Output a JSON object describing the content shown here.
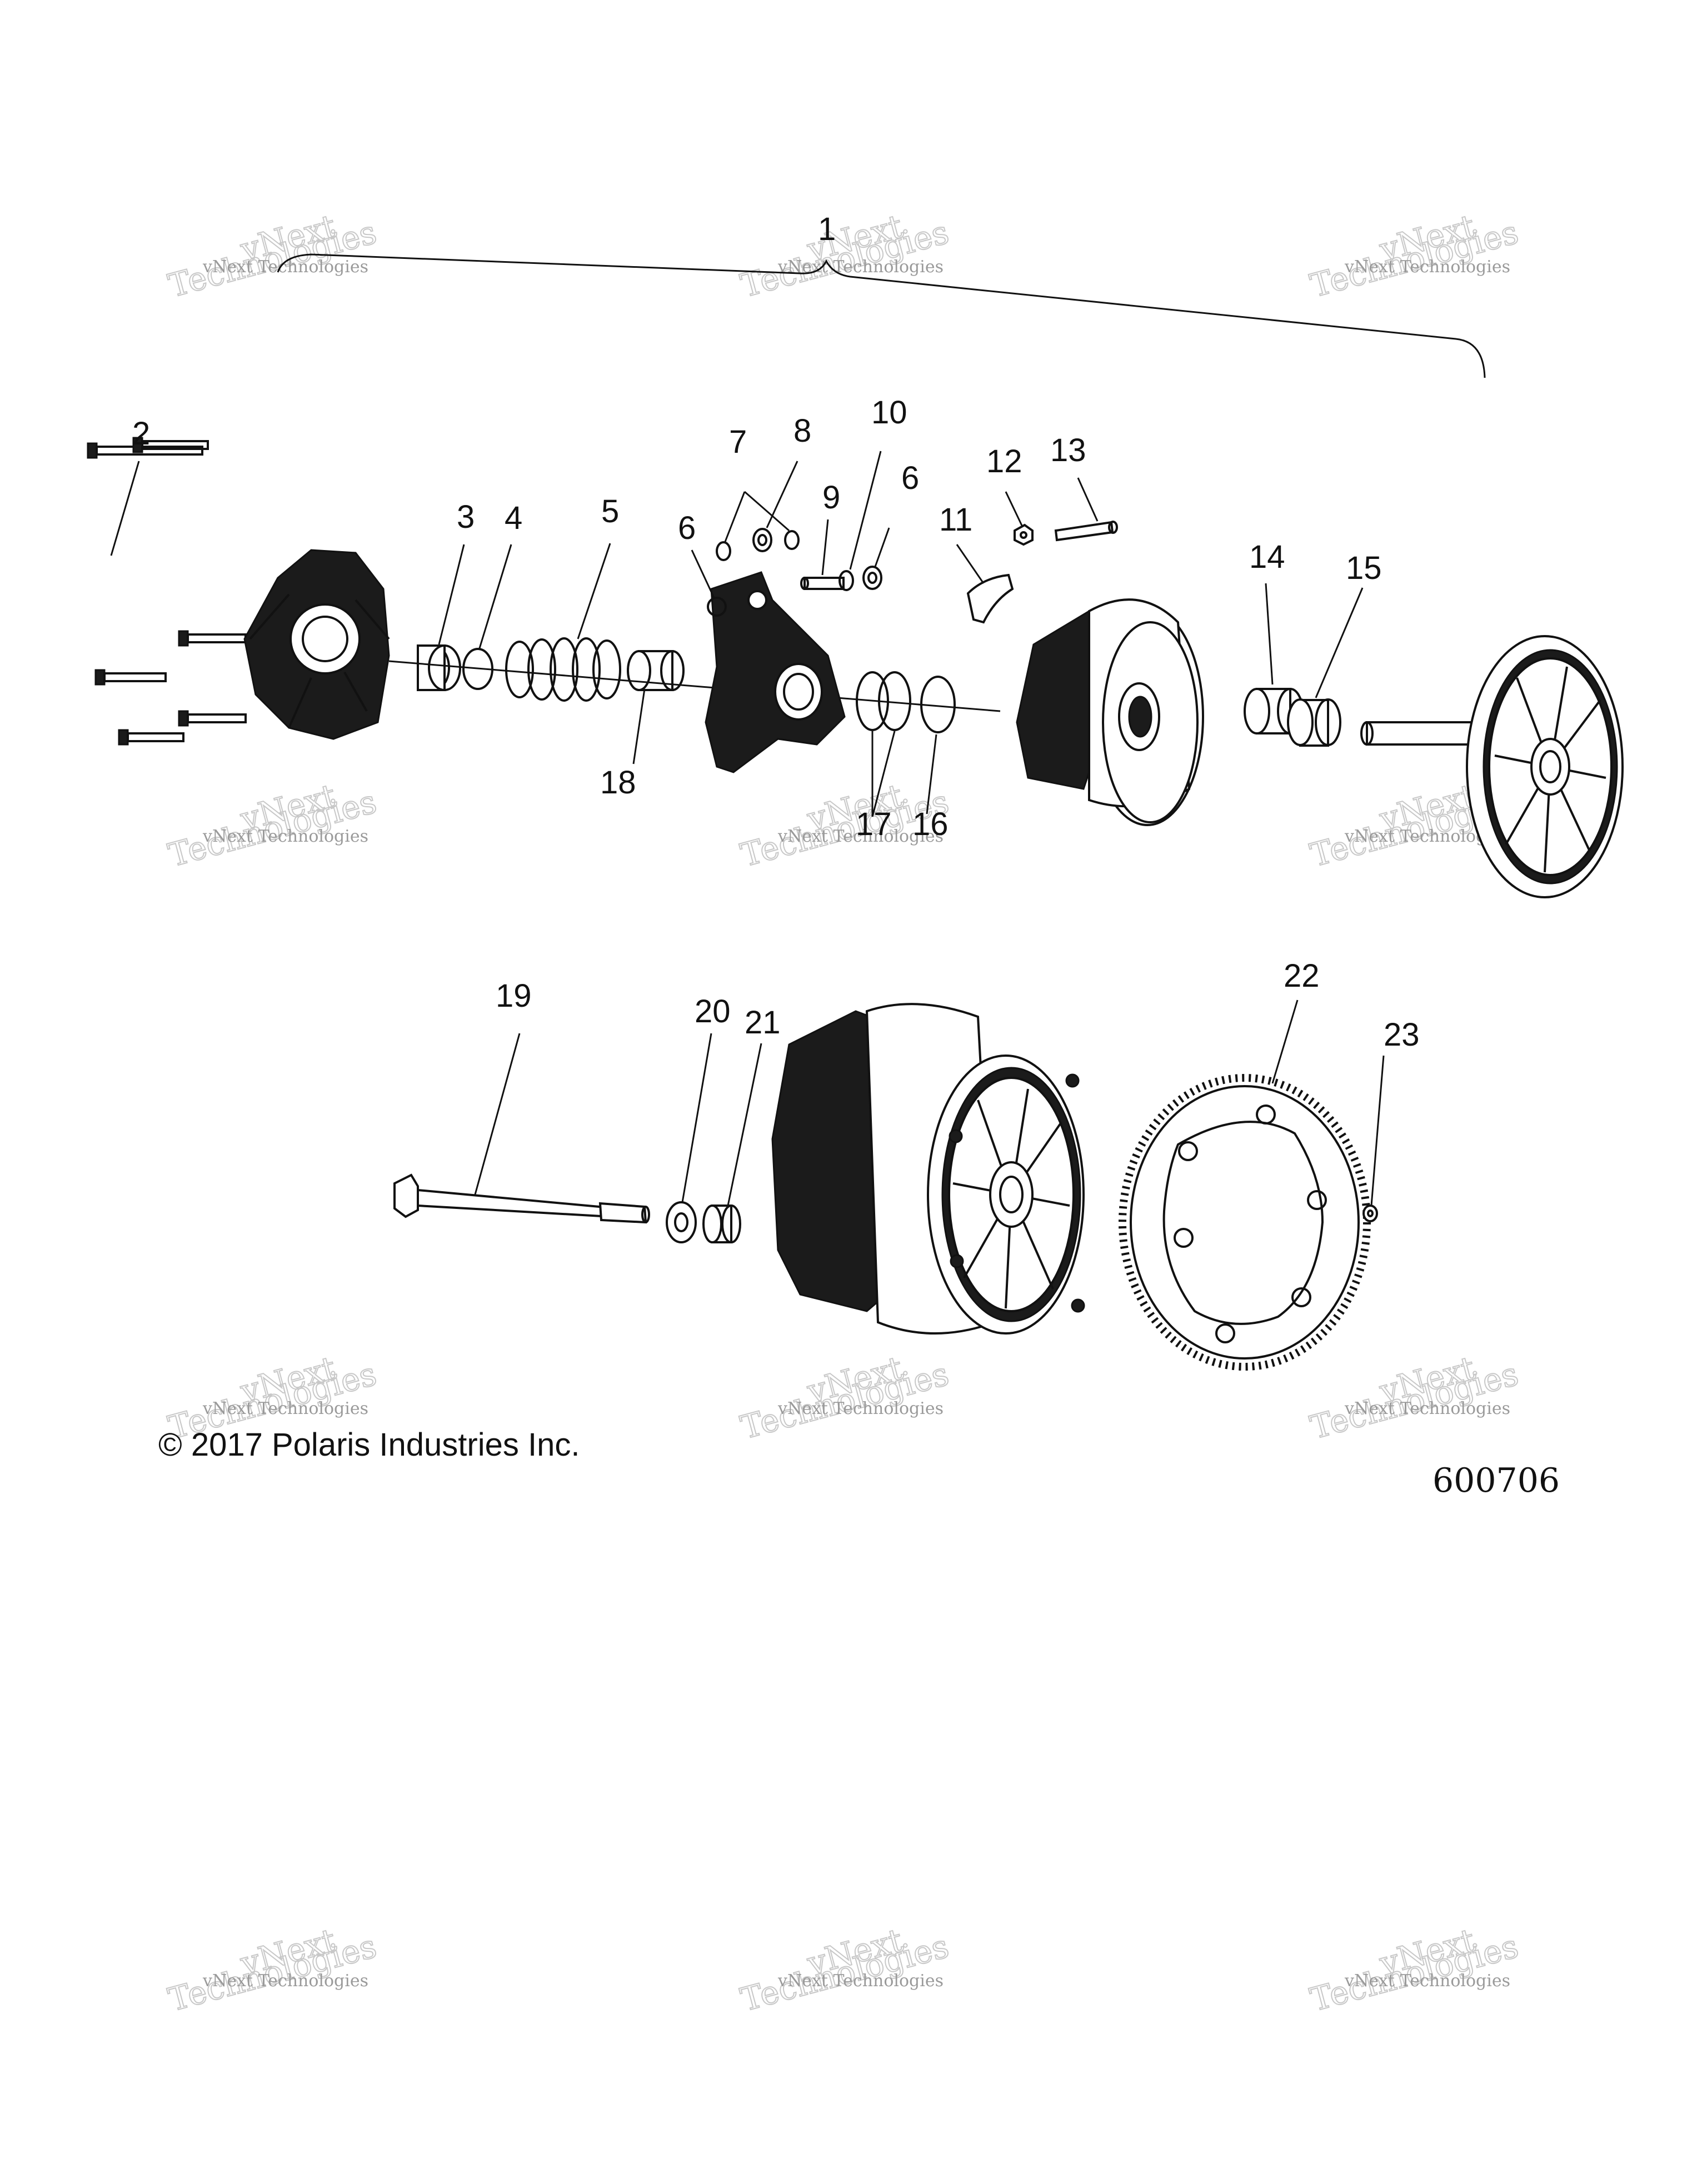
{
  "watermark": {
    "line1": "vNext Technologies",
    "line2": "vNext",
    "line3": "Technologies"
  },
  "callouts": [
    "1",
    "2",
    "3",
    "4",
    "5",
    "6",
    "7",
    "8",
    "9",
    "10",
    "11",
    "12",
    "13",
    "14",
    "15",
    "16",
    "17",
    "18",
    "19",
    "20",
    "21",
    "22",
    "23"
  ],
  "copyright": "© 2017 Polaris Industries Inc.",
  "figure_number": "600706"
}
